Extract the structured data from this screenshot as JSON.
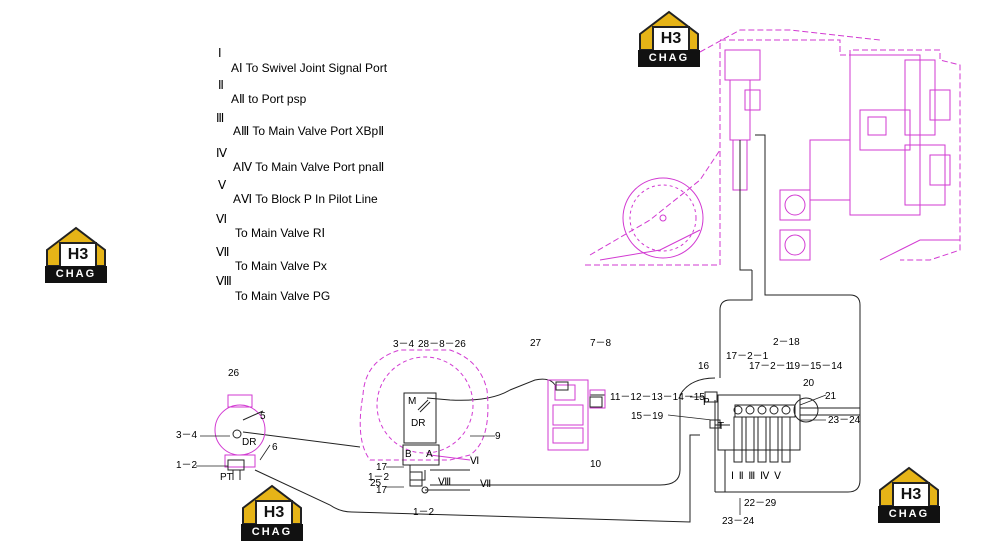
{
  "legend": [
    {
      "roman": "Ⅰ",
      "text": "AⅠ To Swivel Joint Signal Port"
    },
    {
      "roman": "Ⅱ",
      "text": "AⅡ to Port psp"
    },
    {
      "roman": "Ⅲ",
      "text": "AⅢ To Main Valve Port XBpⅡ"
    },
    {
      "roman": "Ⅳ",
      "text": "AⅣ To Main Valve Port pnaⅡ"
    },
    {
      "roman": "Ⅴ",
      "text": "AⅥ To Block P In Pilot Line"
    },
    {
      "roman": "Ⅵ",
      "text": "To Main Valve RⅠ"
    },
    {
      "roman": "Ⅶ",
      "text": "To Main Valve Px"
    },
    {
      "roman": "Ⅷ",
      "text": "To Main Valve PG"
    }
  ],
  "watermark": {
    "hb": "H3",
    "text": "CHAG"
  },
  "labels": {
    "l26a": "26",
    "l5": "5",
    "l34a": "3－4",
    "lDRa": "DR",
    "l6": "6",
    "l12a": "1－2",
    "lPT": "PT",
    "l34b": "3－4",
    "l28826": "28－8－26",
    "lM": "M",
    "lDRb": "DR",
    "l9": "9",
    "lB": "B",
    "lA": "A",
    "lVI": "Ⅵ",
    "l17a": "17",
    "l12b": "1－2",
    "l25": "25",
    "l17b": "17",
    "lVIII": "Ⅷ",
    "lVII": "Ⅶ",
    "l12c": "1－2",
    "l27": "27",
    "l78": "7－8",
    "l10": "10",
    "l16": "16",
    "l1721a": "17－2－1",
    "l218": "2－18",
    "l1721b": "17－2－1",
    "l191514": "19－15－14",
    "l20": "20",
    "l21": "21",
    "l1112131415": "11－12－13－14－15",
    "lP": "P",
    "l1519": "15－19",
    "lT": "T",
    "l2324a": "23－24",
    "lRoman": "Ⅰ Ⅱ Ⅲ Ⅳ Ⅴ",
    "l2229": "22－29",
    "l2324b": "23－24"
  }
}
